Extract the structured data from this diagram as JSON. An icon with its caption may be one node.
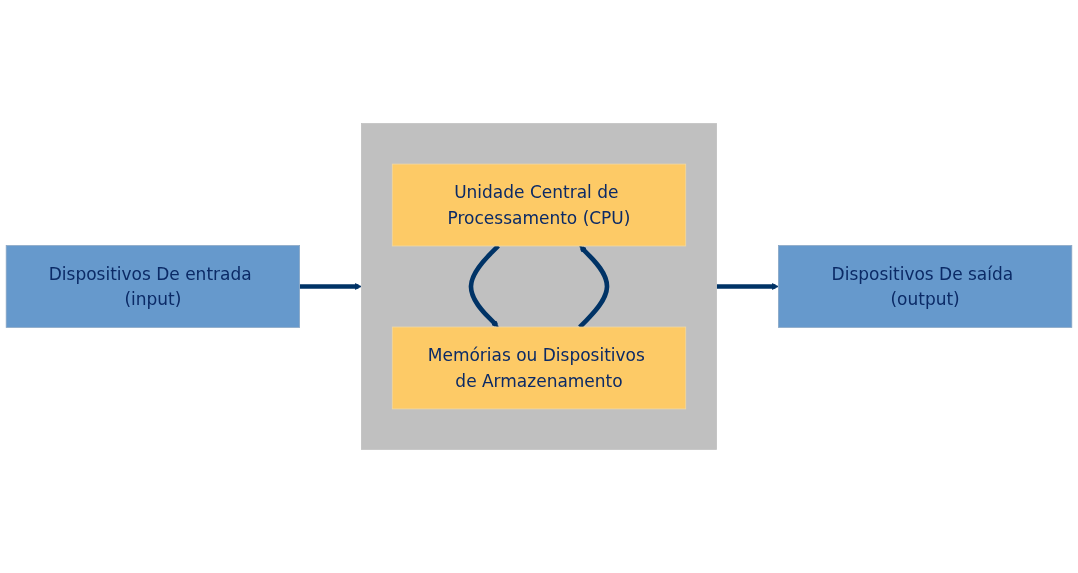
{
  "diagram": {
    "nodes": [
      {
        "text": [
          "Dispositivos De entrada (input)"
        ]
      },
      {
        "text": [],
        "shape": "box"
      },
      {
        "text": [
          "Unidade Central de Processamento (CPU)"
        ],
        "in": 1
      },
      {
        "text": [
          "Memórias ou Dispositivos de Armazenamento"
        ],
        "in": 1
      },
      {
        "text": [
          "Dispositivos De saída (output)"
        ]
      }
    ],
    "edges": [
      {
        "from": 0,
        "to": 1,
        "arrow": "to"
      },
      {
        "from": 2,
        "to": 3,
        "arrow": "to"
      },
      {
        "from": 3,
        "to": 2,
        "arrow": "to"
      },
      {
        "from": 1,
        "to": 4,
        "arrow": "to"
      }
    ]
  }
}
